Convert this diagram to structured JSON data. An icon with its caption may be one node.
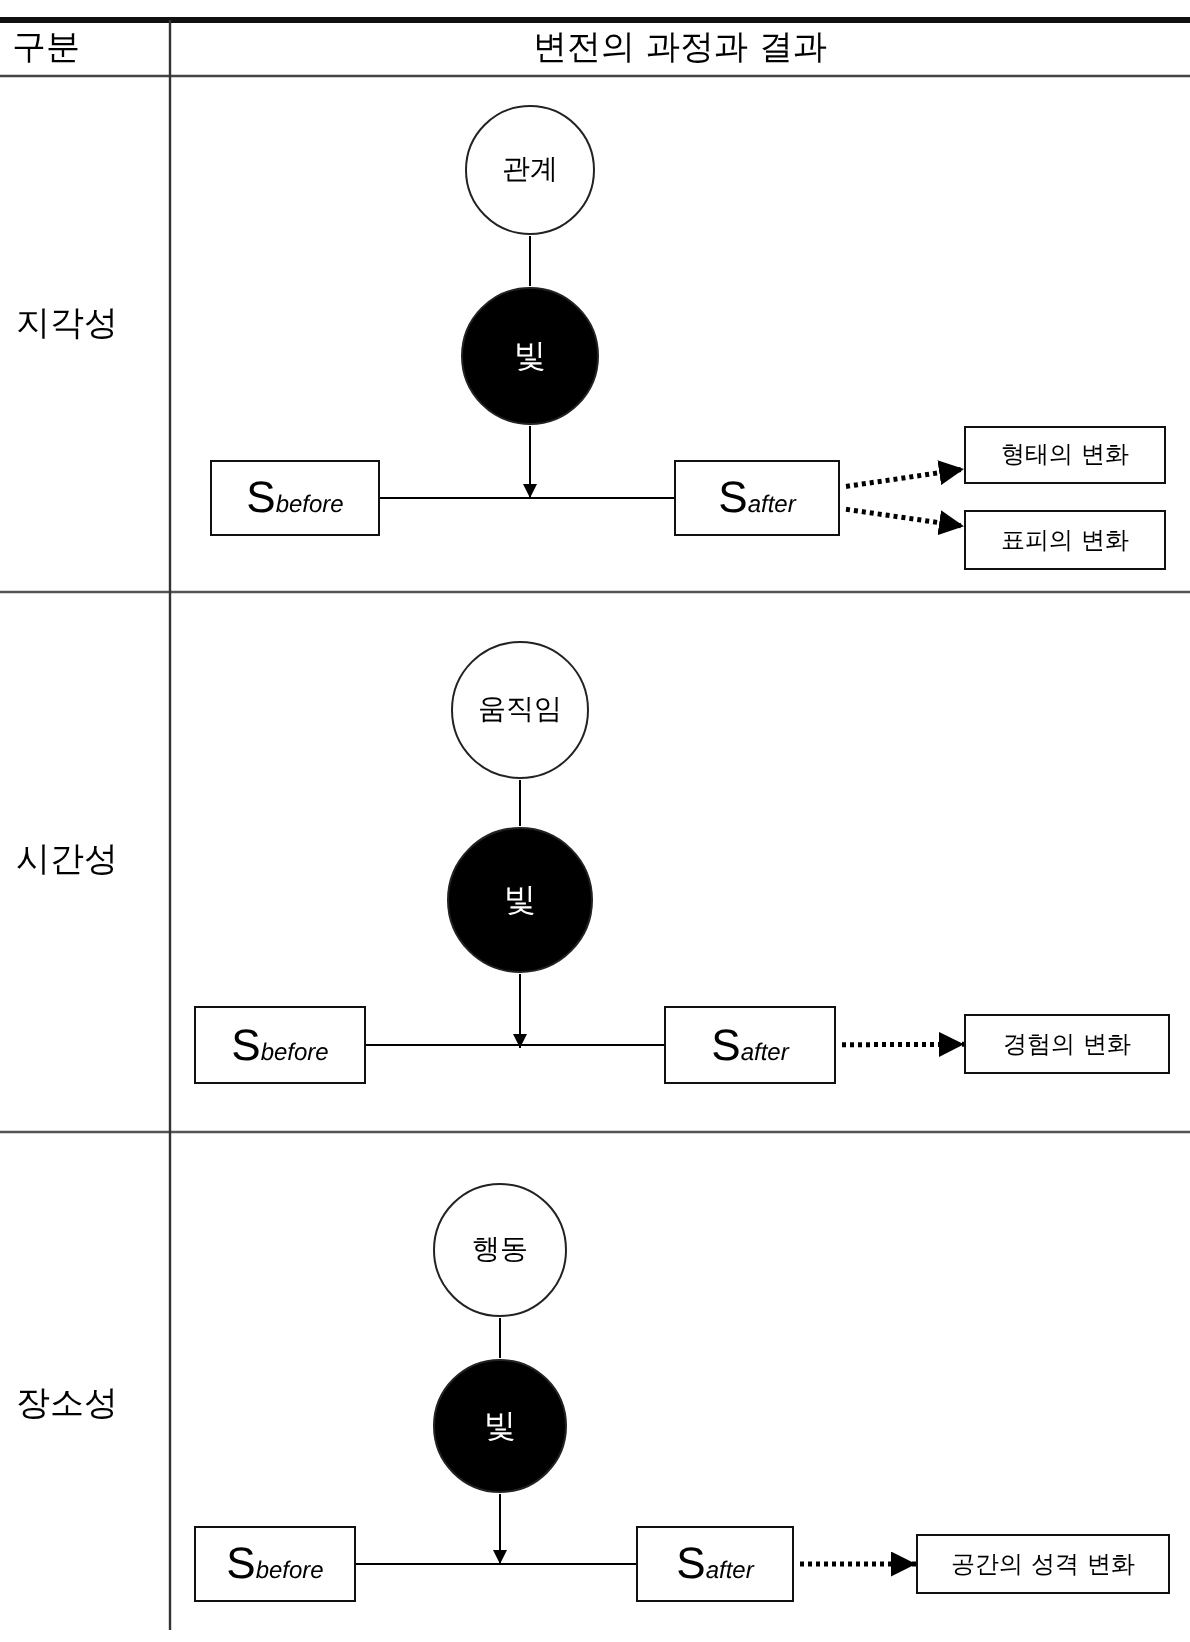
{
  "diagram": {
    "nodes": [
      {
        "text": [
          "관계"
        ]
      },
      {
        "text": [
          "빛"
        ]
      },
      {
        "text": [
          "S$_{before}$"
        ]
      },
      {
        "text": [
          "S$_{after}$"
        ]
      },
      {
        "text": [
          "형태의 변화"
        ]
      },
      {
        "text": [
          "표피의 변화"
        ]
      },
      {
        "text": [
          "움직임"
        ]
      },
      {
        "text": [
          "빛"
        ]
      },
      {
        "text": [
          "S$_{before}$"
        ]
      },
      {
        "text": [
          "S$_{after}$"
        ]
      },
      {
        "text": [
          "경험의 변화"
        ]
      },
      {
        "text": [
          "행동"
        ]
      },
      {
        "text": [
          "빛"
        ]
      },
      {
        "text": [
          "S$_{before}$"
        ]
      },
      {
        "text": [
          "S$_{after}$"
        ]
      },
      {
        "text": [
          "공간의 성격 변화"
        ]
      }
    ],
    "edges": [
      {
        "from": 0,
        "to": 1,
        "arrow": "none"
      },
      {
        "from": 1,
        "to": null,
        "arrow": "to"
      },
      {
        "from": 2,
        "to": 3,
        "arrow": "none"
      },
      {
        "from": 3,
        "to": 4,
        "arrow": "to",
        "style": "dashed"
      },
      {
        "from": 3,
        "to": 5,
        "arrow": "to",
        "style": "dashed"
      },
      {
        "from": 6,
        "to": 7,
        "arrow": "none"
      },
      {
        "from": 7,
        "to": null,
        "arrow": "to"
      },
      {
        "from": 8,
        "to": 9,
        "arrow": "none"
      },
      {
        "from": 9,
        "to": 10,
        "arrow": "to",
        "style": "dashed"
      },
      {
        "from": 11,
        "to": 12,
        "arrow": "none"
      },
      {
        "from": 12,
        "to": null,
        "arrow": "to"
      },
      {
        "from": 13,
        "to": 14,
        "arrow": "none"
      },
      {
        "from": 14,
        "to": 15,
        "arrow": "to",
        "style": "dashed"
      }
    ],
    "labels": [
      "구분",
      "변전의 과정과 결과",
      "지각성",
      "시간성",
      "장소성"
    ]
  }
}
